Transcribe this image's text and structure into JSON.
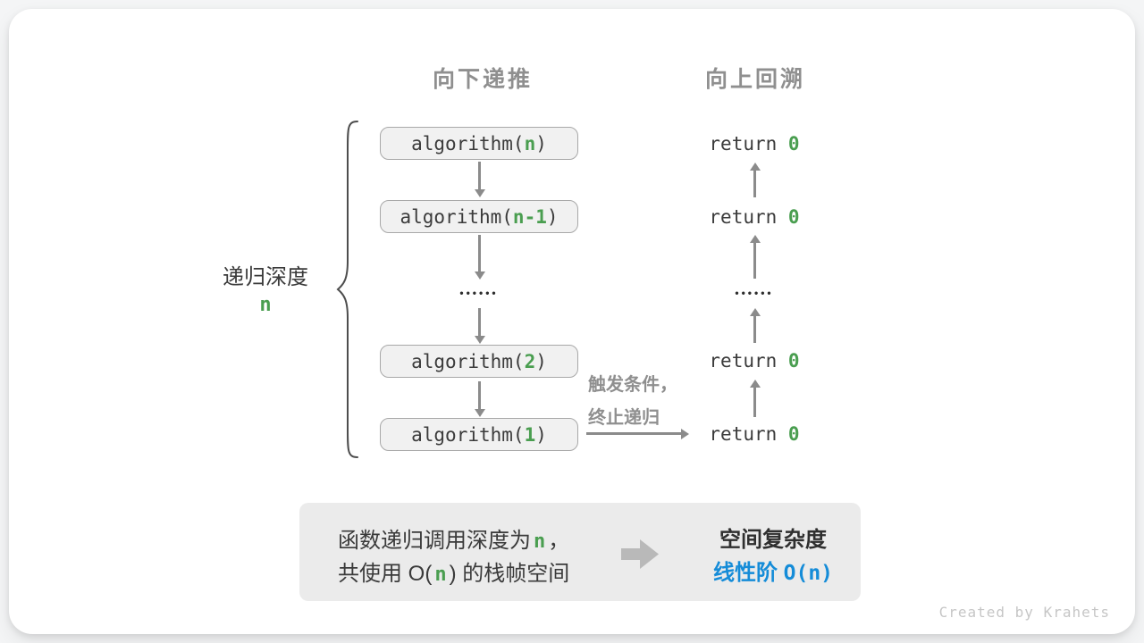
{
  "colors": {
    "green": "#4a9e50",
    "blue": "#158cd8",
    "header-gray": "#8f8f8f",
    "code-gray": "#3b3b3b",
    "arrow-gray": "#8b8b8b",
    "box-bg": "#f1f1f1",
    "box-border": "#a8a8a8",
    "summary-bg": "#ebebeb",
    "block-arrow": "#b9b9b9",
    "watermark-gray": "#c6c6c6",
    "text-dark": "#3a3a3a"
  },
  "headers": {
    "recurse_down": "向下递推",
    "backtrack_up": "向上回溯"
  },
  "depth": {
    "label": "递归深度",
    "value": "n"
  },
  "stack": [
    {
      "pre": "algorithm(",
      "arg": "n",
      "post": ")"
    },
    {
      "pre": "algorithm(",
      "arg": "n-1",
      "post": ")"
    },
    {
      "pre": "algorithm(",
      "arg": "2",
      "post": ")"
    },
    {
      "pre": "algorithm(",
      "arg": "1",
      "post": ")"
    }
  ],
  "ellipsis": "••••••",
  "returns": [
    {
      "pre": "return ",
      "val": "0"
    },
    {
      "pre": "return ",
      "val": "0"
    },
    {
      "pre": "return ",
      "val": "0"
    },
    {
      "pre": "return ",
      "val": "0"
    }
  ],
  "trigger": {
    "line1": "触发条件，",
    "line2": "终止递归"
  },
  "summary": {
    "l1a": "函数递归调用深度为",
    "l1n": "n",
    "l1b": "，",
    "l2a": "共使用 O(",
    "l2n": "n",
    "l2b": ") 的栈帧空间",
    "title": "空间复杂度",
    "result_text": "线性阶 ",
    "result_big": "O(n)"
  },
  "watermark": "Created by Krahets"
}
